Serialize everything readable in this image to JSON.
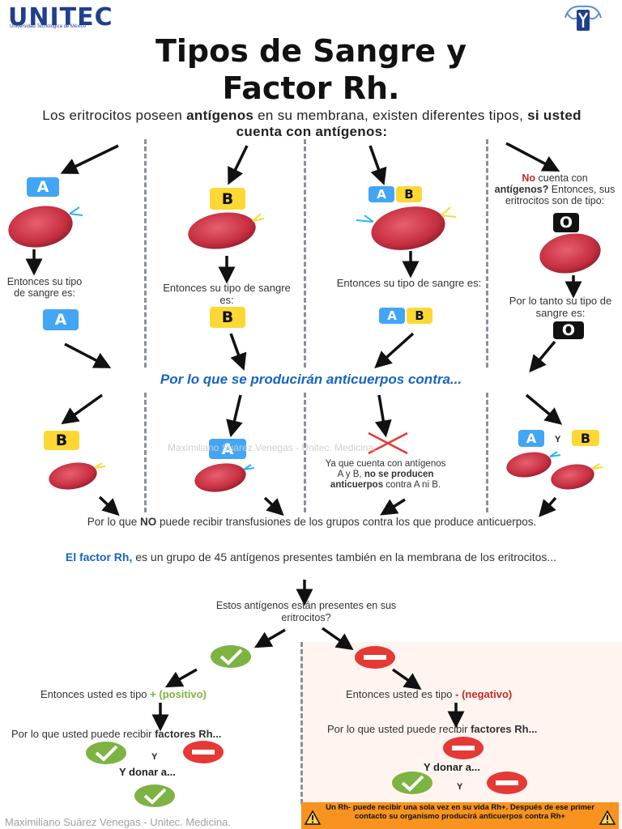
{
  "header": {
    "logo_text": "UNITEC",
    "logo_subtitle": "Universidad Tecnológica de México"
  },
  "title": {
    "line1": "Tipos de Sangre y",
    "line2": "Factor Rh."
  },
  "intro": {
    "part1": "Los eritrocitos poseen ",
    "bold1": "antígenos",
    "part2": " en su membrana, existen diferentes tipos, ",
    "bold2": "si usted cuenta con antígenos:"
  },
  "columns": {
    "a": {
      "antigen": "A",
      "result_text": "Entonces su tipo de sangre es:",
      "result": "A"
    },
    "b": {
      "antigen": "B",
      "result_text": "Entonces su tipo de sangre es:",
      "result": "B"
    },
    "ab": {
      "antigen_a": "A",
      "antigen_b": "B",
      "result_text": "Entonces su tipo de sangre es:",
      "result_a": "A",
      "result_b": "B"
    },
    "o": {
      "no": "No",
      "text1": " cuenta con ",
      "bold": "antígenos?",
      "text2": " Entonces, sus eritrocitos son de tipo:",
      "antigen": "O",
      "result_text": "Por lo tanto su tipo de sangre es:",
      "result": "O"
    }
  },
  "antibodies": {
    "heading": "Por lo que se producirán anticuerpos contra...",
    "a_col": "B",
    "b_col": "A",
    "ab_text1": "Ya que cuenta con antígenos A y B, ",
    "ab_bold": "no se producen anticuerpos",
    "ab_text2": " contra A ni B.",
    "o_col_a": "A",
    "o_col_y": "Y",
    "o_col_b": "B"
  },
  "watermark": "Maximiliano Suárez Venegas - Unitec. Medicina.",
  "transfusion": {
    "part1": "Por lo que ",
    "bold": "NO",
    "part2": " puede recibir transfusiones de los grupos contra los que produce anticuerpos."
  },
  "rh": {
    "intro_bold": "El factor Rh,",
    "intro_rest": " es un grupo de 45 antígenos presentes también en la membrana de los eritrocitos...",
    "question": "Estos antígenos están presentes en sus eritrocitos?",
    "positive": {
      "text": "Entonces usted es tipo ",
      "sign": "+ (positivo)",
      "receive": "Por lo que usted puede recibir ",
      "receive_bold": "factores Rh...",
      "y": "Y",
      "donate": "Y donar a..."
    },
    "negative": {
      "text": "Entonces usted es tipo ",
      "sign": "- (negativo)",
      "receive": "Por lo que usted puede recibir ",
      "receive_bold": "factores Rh...",
      "donate": "Y donar a...",
      "y": "Y"
    },
    "notice": "Un Rh- puede recibir una sola vez en su vida Rh+. Después de ese primer contacto su organismo producirá anticuerpos contra Rh+"
  },
  "footer": "Maximiliano Suárez Venegas - Unitec. Medicina.",
  "colors": {
    "blue": "#1565c0",
    "red": "#c62828",
    "green": "#7cb342",
    "yellow": "#f9a825",
    "orange": "#f7931e"
  }
}
